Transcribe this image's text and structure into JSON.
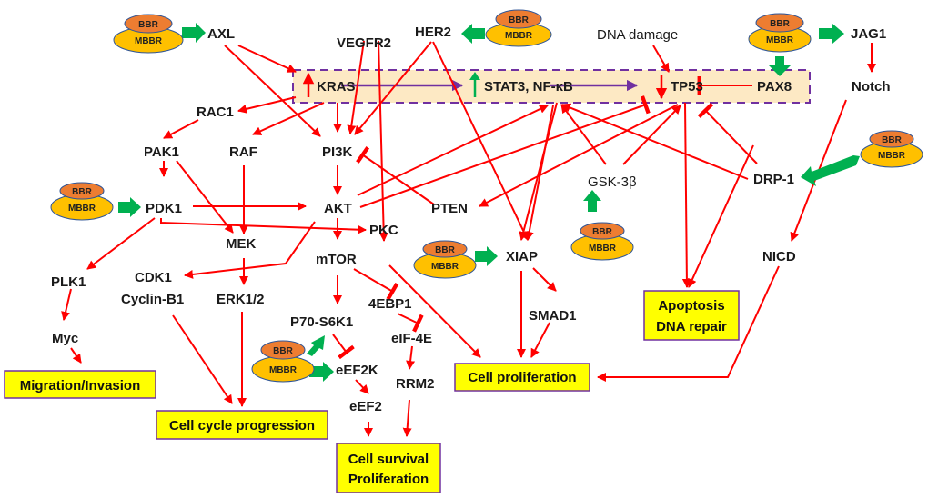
{
  "colors": {
    "activation": "#ff0000",
    "drug_arrow": "#00b050",
    "pathway_box_fill": "#fde9c4",
    "pathway_box_border": "#7030a0",
    "pathway_arrow": "#7030a0",
    "outcome_fill": "#ffff00",
    "outcome_border": "#7030a0",
    "bbr_fill": "#ed7d31",
    "mbbr_fill": "#ffc000",
    "drug_border": "#2f5597",
    "up_arrow_green": "#00b050",
    "up_arrow_red": "#ff0000"
  },
  "drug": {
    "top_label": "BBR",
    "bottom_label": "MBBR"
  },
  "nodes": {
    "axl": "AXL",
    "vegfr2": "VEGFR2",
    "her2": "HER2",
    "dna_damage": "DNA damage",
    "jag1": "JAG1",
    "kras": "KRAS",
    "stat3_nfkb": "STAT3, NF-κB",
    "tp53": "TP53",
    "pax8": "PAX8",
    "notch": "Notch",
    "rac1": "RAC1",
    "pak1": "PAK1",
    "raf": "RAF",
    "pi3k": "PI3K",
    "pdk1": "PDK1",
    "akt": "AKT",
    "pten": "PTEN",
    "gsk3b": "GSK-3β",
    "drp1": "DRP-1",
    "pkc": "PKC",
    "mek": "MEK",
    "mtor": "mTOR",
    "xiap": "XIAP",
    "nicd": "NICD",
    "plk1": "PLK1",
    "cdk1": "CDK1",
    "cyclin_b1": "Cyclin-B1",
    "erk": "ERK1/2",
    "ebp1": "4EBP1",
    "p70": "P70-S6K1",
    "smad1": "SMAD1",
    "eif4e": "eIF-4E",
    "myc": "Myc",
    "eef2k": "eEF2K",
    "rrm2": "RRM2",
    "eef2": "eEF2"
  },
  "outcomes": {
    "migration": "Migration/Invasion",
    "cell_cycle": "Cell cycle progression",
    "survival_line1": "Cell survival",
    "survival_line2": "Proliferation",
    "proliferation": "Cell proliferation",
    "apoptosis_line1": "Apoptosis",
    "apoptosis_line2": "DNA repair"
  }
}
